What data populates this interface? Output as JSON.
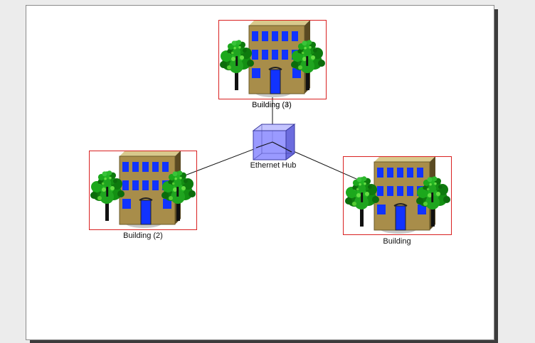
{
  "nodes": {
    "building_top": {
      "label": "Building (3)",
      "label_overlay": "Building (4)"
    },
    "building_left": {
      "label": "Building (2)"
    },
    "building_right": {
      "label": "Building"
    },
    "hub": {
      "label": "Ethernet Hub"
    }
  },
  "colors": {
    "selection": "#d92020",
    "hub_fill": "#8f8fff",
    "wall": "#a88d4a",
    "window": "#1133ff",
    "tree": "#1c9a1c"
  },
  "icons": [
    "building-icon",
    "tree-icon",
    "hub-cube-icon"
  ]
}
